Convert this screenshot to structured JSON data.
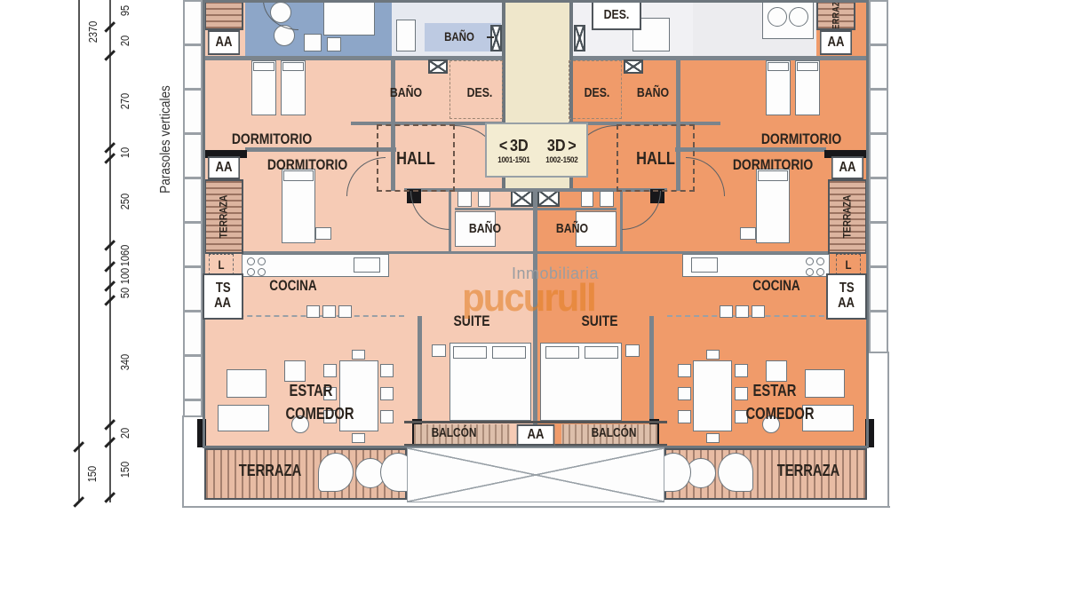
{
  "watermark": {
    "brand": "pucurull",
    "subtitle": "Inmobiliaria"
  },
  "nav3d": {
    "left": {
      "arrow": "<",
      "label": "3D",
      "units": "1001-1501"
    },
    "right": {
      "arrow": ">",
      "label": "3D",
      "units": "1002-1502"
    }
  },
  "labels": {
    "aa": "AA",
    "ts": "TS",
    "l": "L",
    "bano": "BAÑO",
    "des": "DES.",
    "dormitorio": "DORMITORIO",
    "hall": "HALL",
    "cocina": "COCINA",
    "suite": "SUITE",
    "estar": "ESTAR",
    "comedor": "COMEDOR",
    "balcon": "BALCÓN",
    "terraza": "TERRAZA"
  },
  "dimensions": {
    "total": "2370",
    "chain": [
      "95",
      "20",
      "270",
      "10",
      "250",
      "1060",
      "100",
      "50",
      "340",
      "20",
      "150"
    ],
    "terrace_offset": "150",
    "parasoles_label": "Parasoles verticales"
  },
  "colors": {
    "apartment_left": "#f6cbb5",
    "apartment_right": "#f09b6a",
    "upper_bath_blue": "#8da6c8",
    "core_beige": "#efe7cb",
    "watermark_orange": "#e07a1c"
  }
}
